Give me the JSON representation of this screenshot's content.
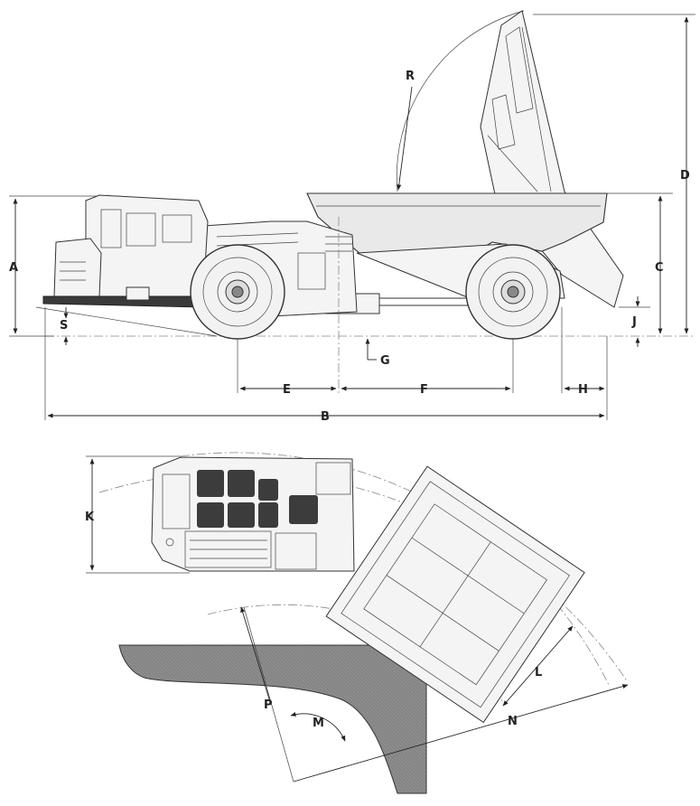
{
  "dimension_labels": {
    "A": "A",
    "B": "B",
    "C": "C",
    "D": "D",
    "E": "E",
    "F": "F",
    "G": "G",
    "H": "H",
    "J": "J",
    "K": "K",
    "L": "L",
    "M": "M",
    "N": "N",
    "P": "P",
    "R": "R",
    "S": "S"
  },
  "colors": {
    "line": "#333333",
    "panel_fill": "#e9e9e9",
    "wall_fill": "#8a8a8a",
    "dash": "#888888"
  }
}
